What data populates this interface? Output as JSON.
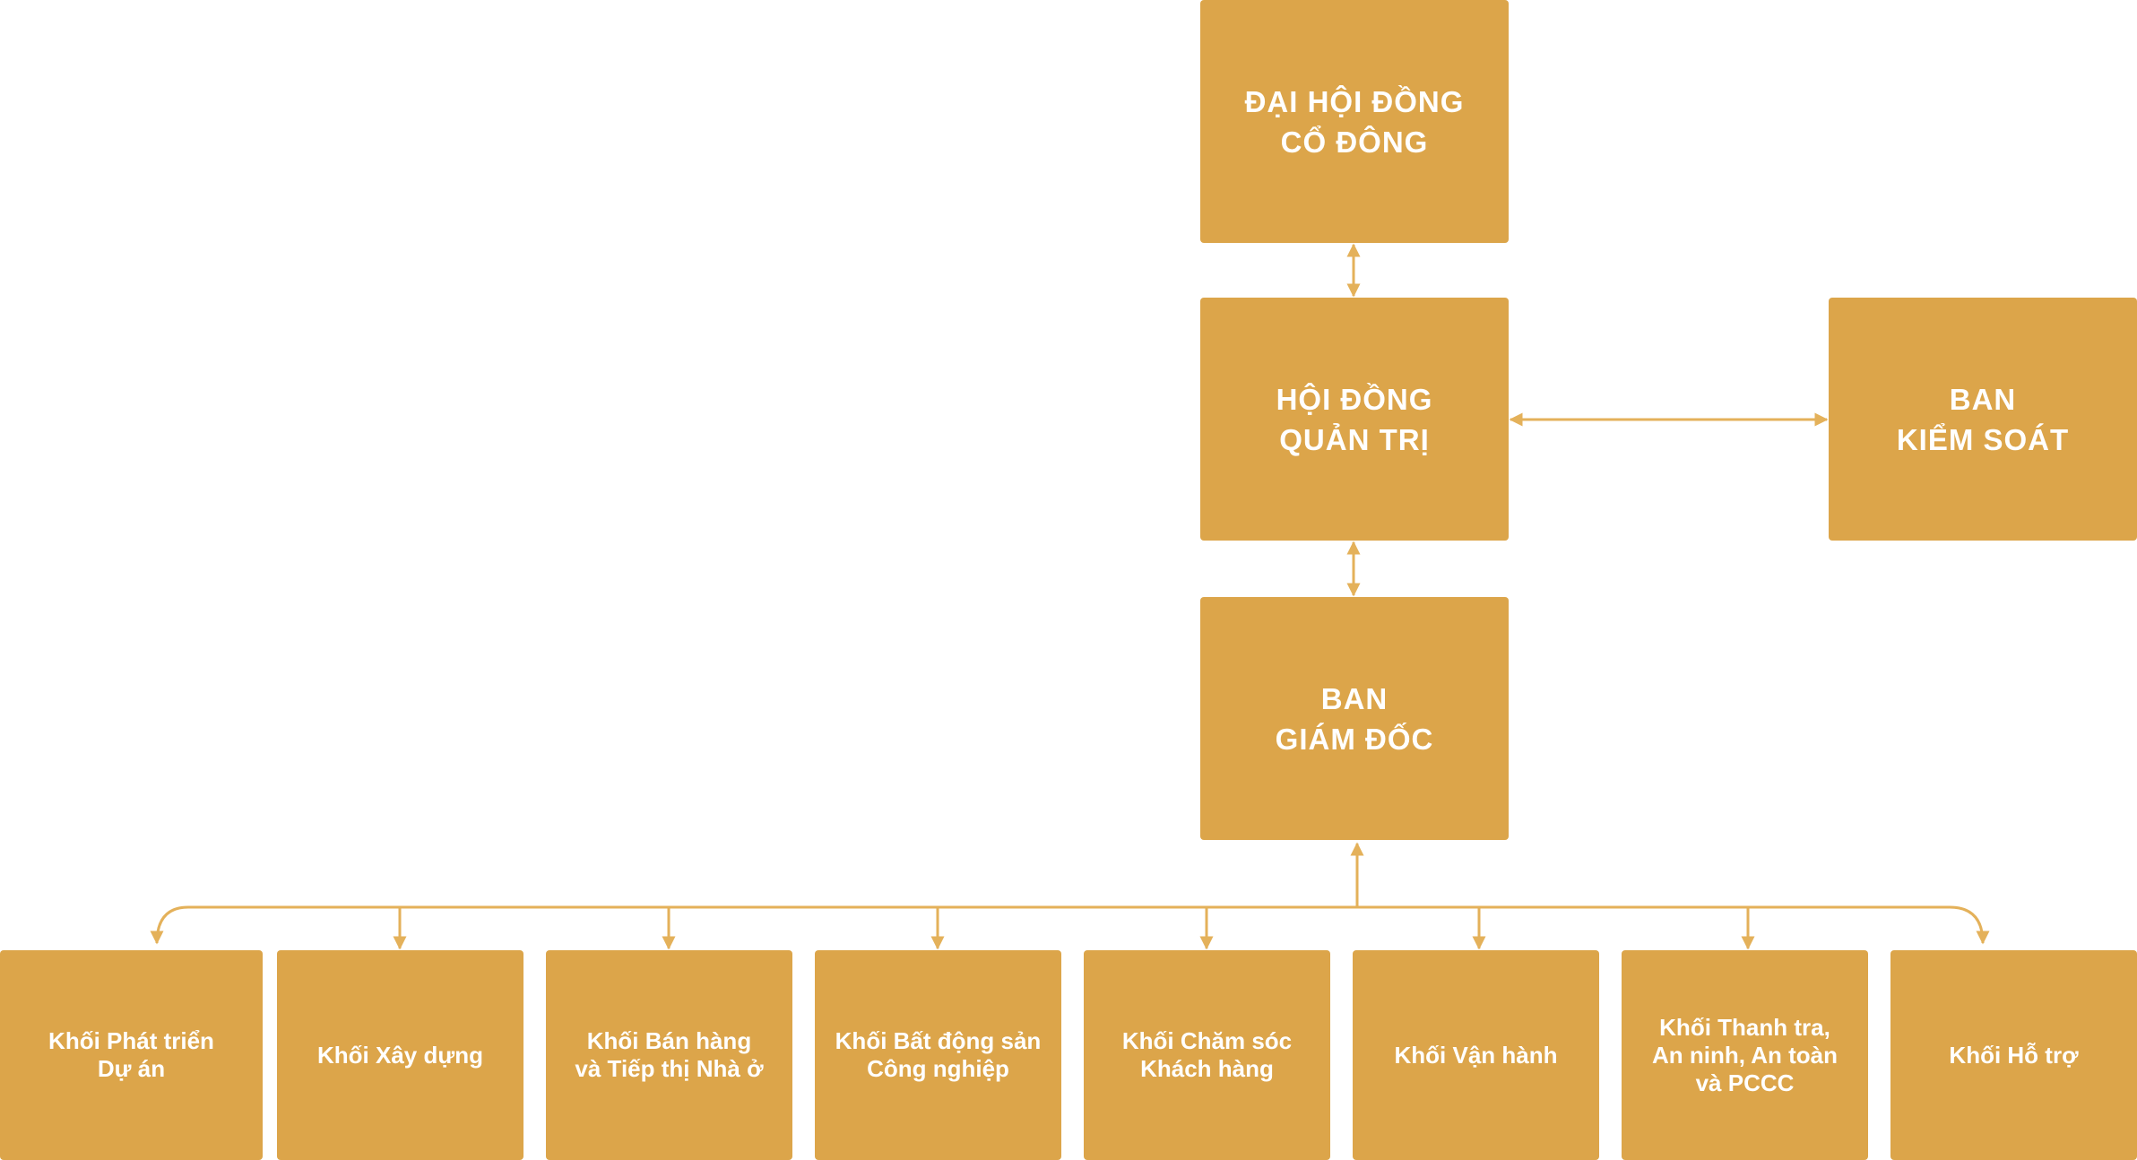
{
  "colors": {
    "box_fill": "#DCA54A",
    "connector": "#E4B15A",
    "text": "#FFFFFF"
  },
  "top_tier": {
    "general_meeting": "ĐẠI HỘI ĐỒNG\nCỔ ĐÔNG",
    "board_of_directors": "HỘI ĐỒNG\nQUẢN TRỊ",
    "supervisory_board": "BAN\nKIỂM SOÁT",
    "executive_board": "BAN\nGIÁM ĐỐC"
  },
  "units": [
    {
      "label": "Khối Phát triển\nDự án"
    },
    {
      "label": "Khối Xây dựng"
    },
    {
      "label": "Khối Bán hàng\nvà Tiếp thị Nhà ở"
    },
    {
      "label": "Khối Bất động sản\nCông nghiệp"
    },
    {
      "label": "Khối Chăm sóc\nKhách hàng"
    },
    {
      "label": "Khối Vận hành"
    },
    {
      "label": "Khối Thanh tra,\nAn ninh, An toàn\nvà PCCC"
    },
    {
      "label": "Khối Hỗ trợ"
    }
  ]
}
